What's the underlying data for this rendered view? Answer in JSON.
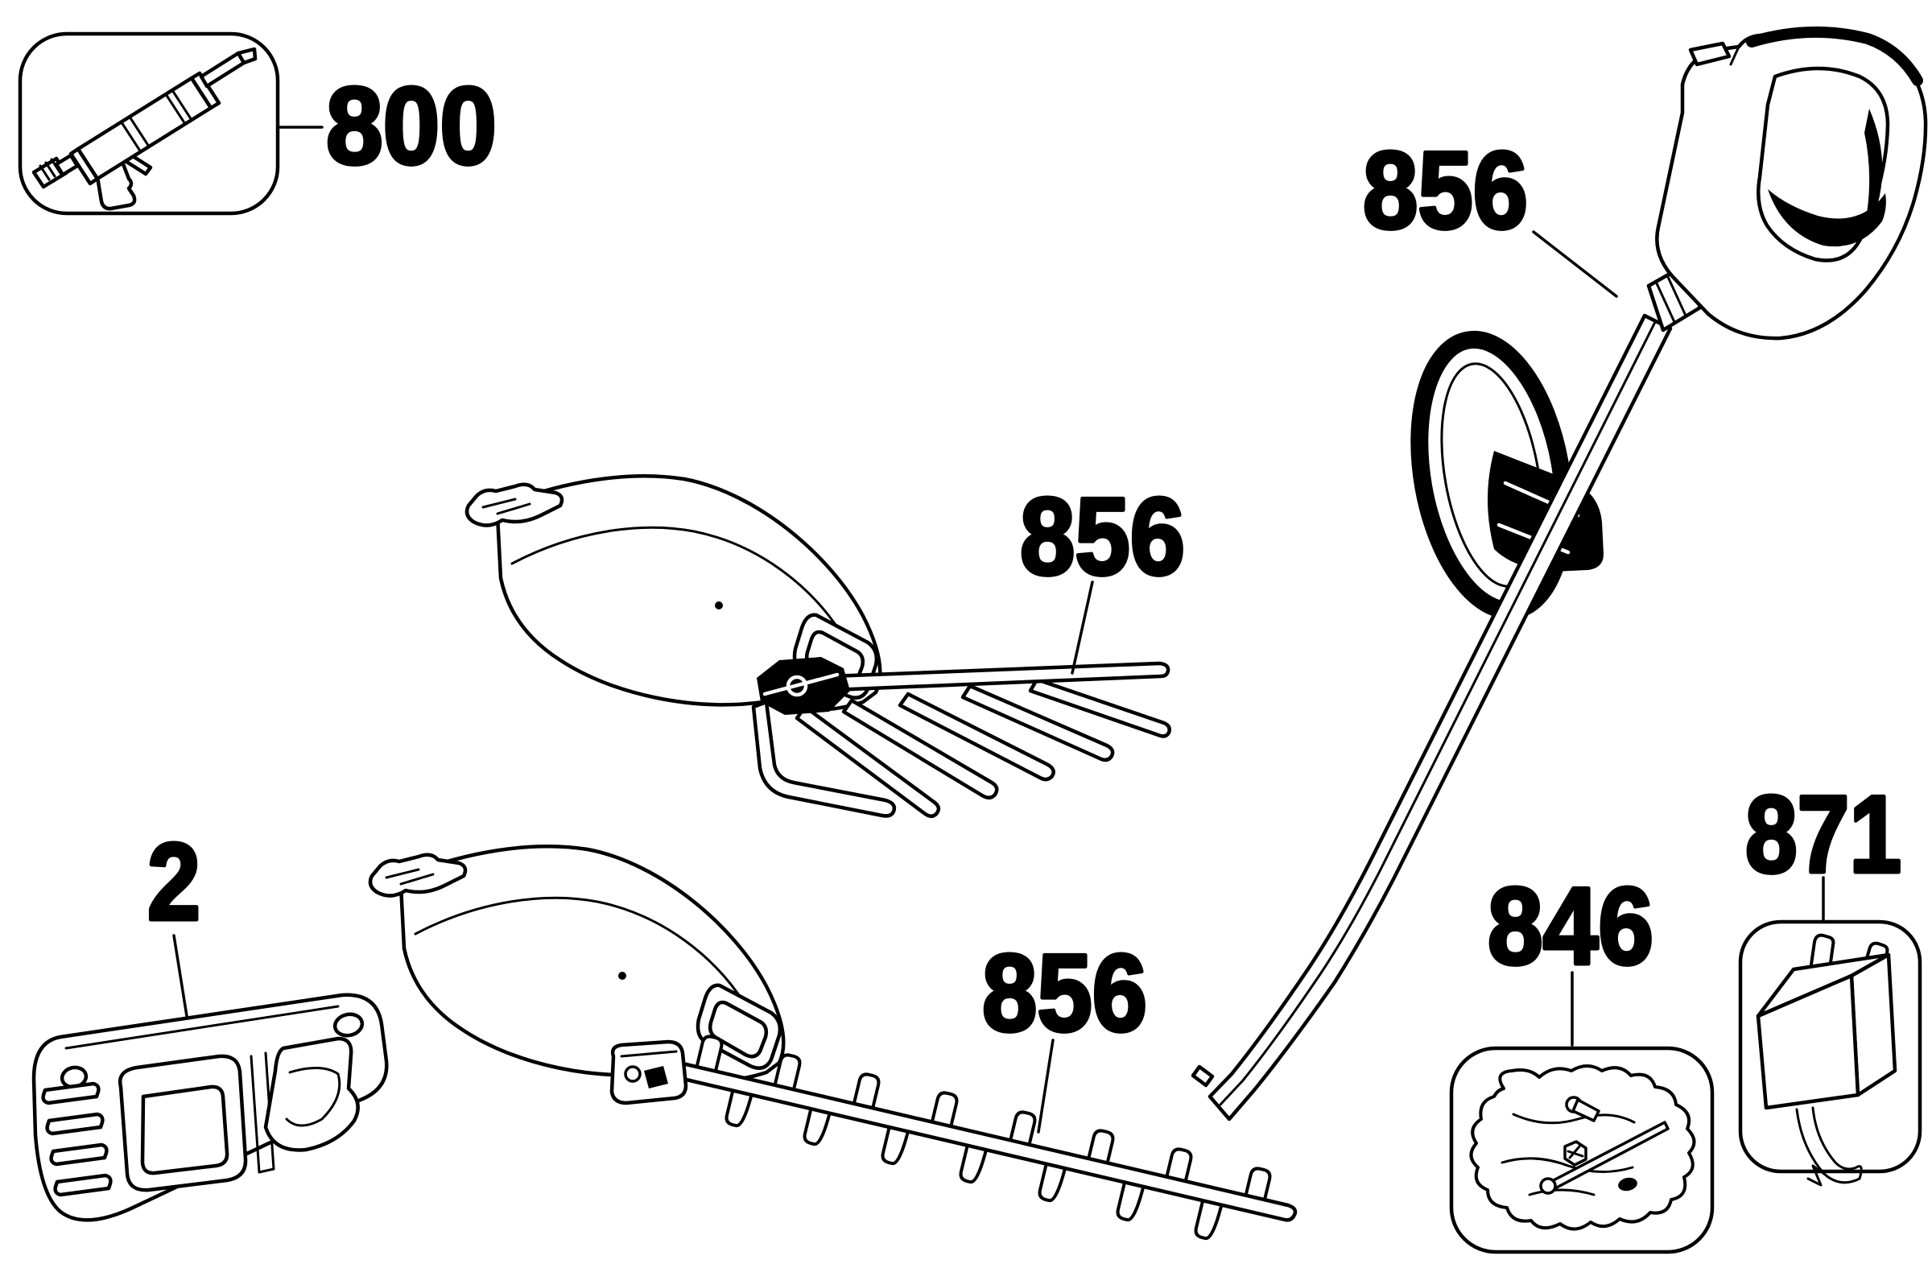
{
  "page": {
    "type": "exploded-parts-diagram",
    "background": "#ffffff",
    "ink": "#000000"
  },
  "callouts": {
    "c800": {
      "label": "800"
    },
    "c856_pole": {
      "label": "856"
    },
    "c856_grass_blade": {
      "label": "856"
    },
    "c856_hedge_blade": {
      "label": "856"
    },
    "c2": {
      "label": "2"
    },
    "c846": {
      "label": "846"
    },
    "c871": {
      "label": "871"
    }
  }
}
